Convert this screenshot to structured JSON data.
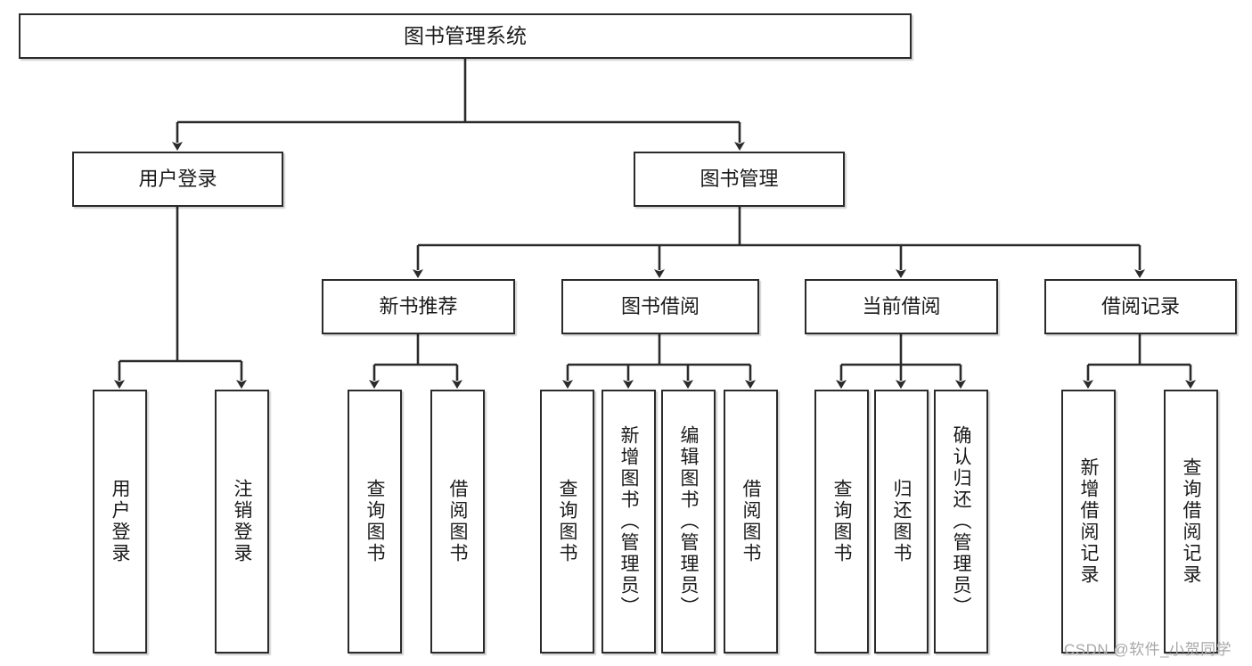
{
  "diagram": {
    "type": "tree-hierarchy",
    "title": "图书管理系统",
    "watermark": "CSDN @软件_小贺同学",
    "colors": {
      "stroke": "#2b2b2b",
      "fill": "#ffffff",
      "text": "#1b1b1b",
      "watermark": "#a8a8a8"
    },
    "levels": {
      "root": {
        "label": "图书管理系统"
      },
      "level2": [
        {
          "id": "user-login",
          "label": "用户登录"
        },
        {
          "id": "book-management",
          "label": "图书管理"
        }
      ],
      "level3": [
        {
          "id": "new-book-recommend",
          "label": "新书推荐"
        },
        {
          "id": "book-borrow",
          "label": "图书借阅"
        },
        {
          "id": "current-borrow",
          "label": "当前借阅"
        },
        {
          "id": "borrow-record",
          "label": "借阅记录"
        }
      ],
      "leaves": [
        {
          "id": "leaf-user-login",
          "label": "用户登录",
          "parent": "user-login"
        },
        {
          "id": "leaf-user-logout",
          "label": "注销登录",
          "parent": "user-login"
        },
        {
          "id": "leaf-query-book-1",
          "label": "查询图书",
          "parent": "new-book-recommend"
        },
        {
          "id": "leaf-borrow-book-1",
          "label": "借阅图书",
          "parent": "new-book-recommend"
        },
        {
          "id": "leaf-query-book-2",
          "label": "查询图书",
          "parent": "book-borrow"
        },
        {
          "id": "leaf-add-book",
          "label": "新增图书（管理员）",
          "parent": "book-borrow"
        },
        {
          "id": "leaf-edit-book",
          "label": "编辑图书（管理员）",
          "parent": "book-borrow"
        },
        {
          "id": "leaf-borrow-book-2",
          "label": "借阅图书",
          "parent": "book-borrow"
        },
        {
          "id": "leaf-query-book-3",
          "label": "查询图书",
          "parent": "current-borrow"
        },
        {
          "id": "leaf-return-book",
          "label": "归还图书",
          "parent": "current-borrow"
        },
        {
          "id": "leaf-confirm-return",
          "label": "确认归还（管理员）",
          "parent": "current-borrow"
        },
        {
          "id": "leaf-add-record",
          "label": "新增借阅记录",
          "parent": "borrow-record"
        },
        {
          "id": "leaf-query-record",
          "label": "查询借阅记录",
          "parent": "borrow-record"
        }
      ]
    }
  }
}
